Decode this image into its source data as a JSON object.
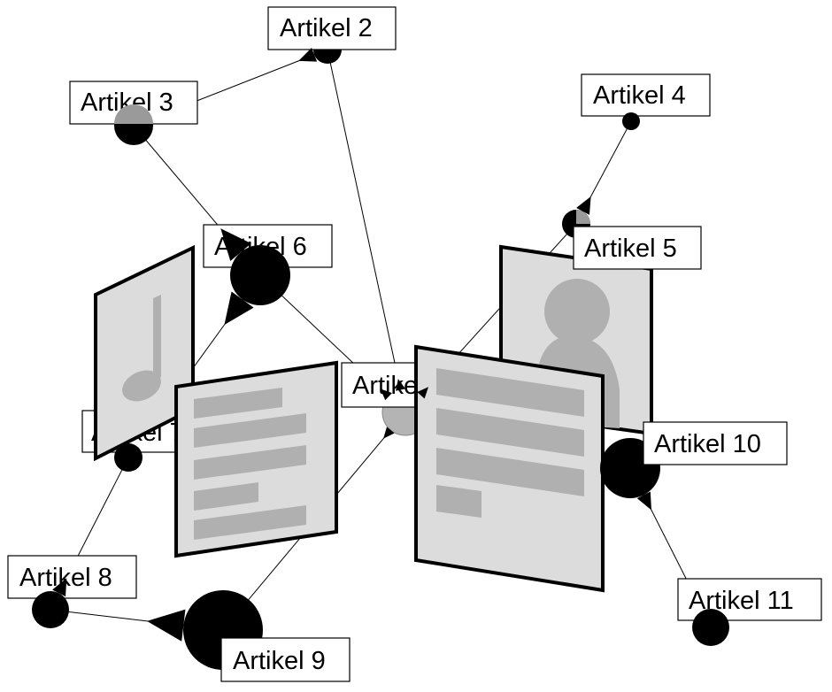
{
  "diagram": {
    "nodes": [
      {
        "id": "n1",
        "label": "Artikel 1"
      },
      {
        "id": "n2",
        "label": "Artikel 2"
      },
      {
        "id": "n3",
        "label": "Artikel 3"
      },
      {
        "id": "n4",
        "label": "Artikel 4"
      },
      {
        "id": "n5",
        "label": "Artikel 5"
      },
      {
        "id": "n6",
        "label": "Artikel 6"
      },
      {
        "id": "n7",
        "label": "Artikel 7"
      },
      {
        "id": "n8",
        "label": "Artikel 8"
      },
      {
        "id": "n9",
        "label": "Artikel 9"
      },
      {
        "id": "n10",
        "label": "Artikel 10"
      },
      {
        "id": "n11",
        "label": "Artikel 11"
      }
    ],
    "edges": [
      {
        "from": "n1",
        "to": "n2"
      },
      {
        "from": "n1",
        "to": "n6"
      },
      {
        "from": "n1",
        "to": "n9"
      },
      {
        "from": "n1",
        "to": "n5"
      },
      {
        "from": "n2",
        "to": "n3"
      },
      {
        "from": "n6",
        "to": "n3"
      },
      {
        "from": "n6",
        "to": "n7"
      },
      {
        "from": "n5",
        "to": "n4"
      },
      {
        "from": "n8",
        "to": "n7"
      },
      {
        "from": "n9",
        "to": "n8"
      },
      {
        "from": "n10",
        "to": "n11"
      }
    ],
    "cards": [
      {
        "id": "music-card",
        "icon": "music-note-icon"
      },
      {
        "id": "person-card",
        "icon": "person-silhouette-icon"
      },
      {
        "id": "text-card-left",
        "icon": "text-lines-icon"
      },
      {
        "id": "text-card-right",
        "icon": "text-lines-icon"
      }
    ],
    "colors": {
      "node": "#000000",
      "node_highlight": "#9a9a9a",
      "node_muted": "#b4b4b4",
      "card_fill": "#dcdcdc",
      "card_glyph": "#b0b0b0",
      "edge": "#000000"
    }
  }
}
